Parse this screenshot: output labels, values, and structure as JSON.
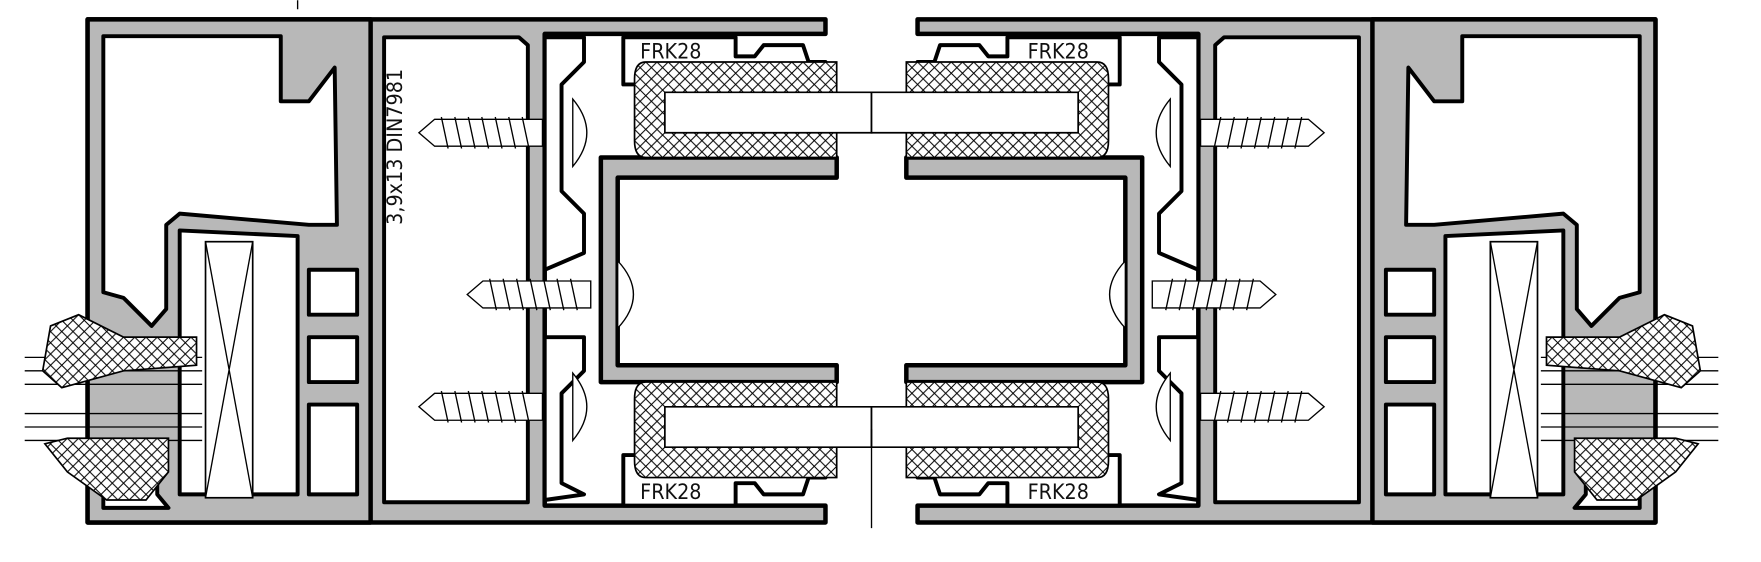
{
  "drawing": {
    "screw_label": "3,9x13 DIN7981",
    "gasket_labels": [
      "FRK28",
      "FRK28",
      "FRK28",
      "FRK28"
    ],
    "colors": {
      "profile": "#b8b8b8",
      "outline": "#000000",
      "background": "#ffffff"
    }
  }
}
